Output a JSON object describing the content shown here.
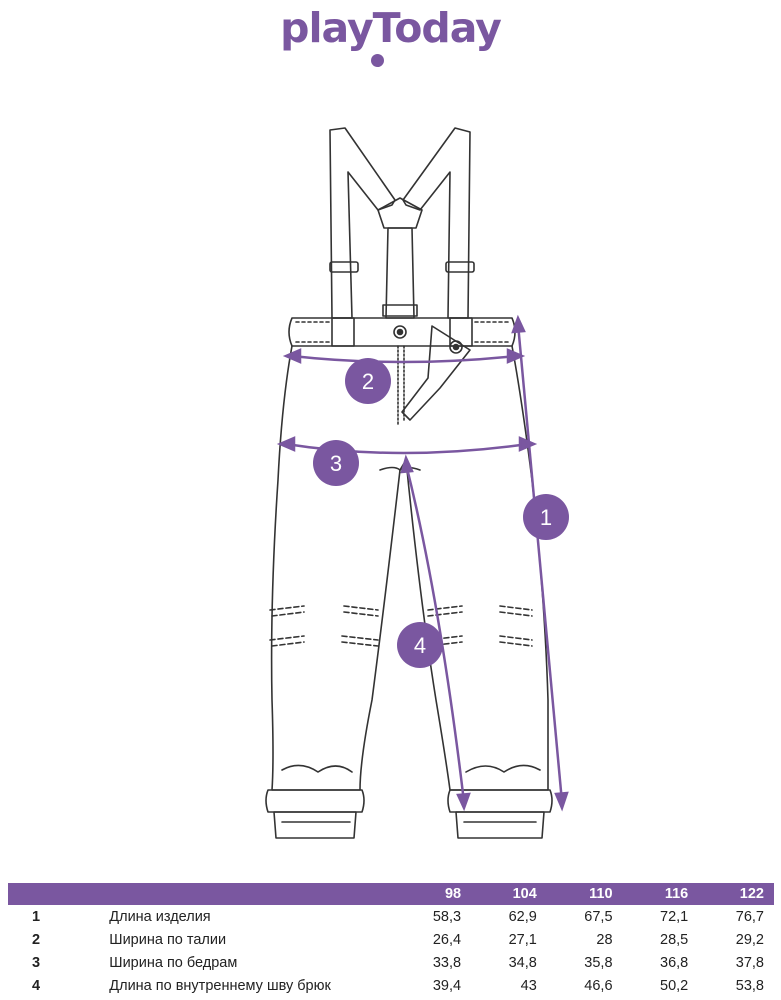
{
  "brand": {
    "logo_text": "playToday"
  },
  "measurements_markers": [
    "1",
    "2",
    "3",
    "4"
  ],
  "colors": {
    "accent": "#7a57a0",
    "line": "#333333"
  },
  "size_table": {
    "sizes": [
      "98",
      "104",
      "110",
      "116",
      "122"
    ],
    "rows": [
      {
        "num": "1",
        "name": "Длина изделия",
        "values": [
          "58,3",
          "62,9",
          "67,5",
          "72,1",
          "76,7"
        ]
      },
      {
        "num": "2",
        "name": "Ширина по талии",
        "values": [
          "26,4",
          "27,1",
          "28",
          "28,5",
          "29,2"
        ]
      },
      {
        "num": "3",
        "name": "Ширина по бедрам",
        "values": [
          "33,8",
          "34,8",
          "35,8",
          "36,8",
          "37,8"
        ]
      },
      {
        "num": "4",
        "name": "Длина по внутреннему шву брюк",
        "values": [
          "39,4",
          "43",
          "46,6",
          "50,2",
          "53,8"
        ]
      }
    ]
  }
}
